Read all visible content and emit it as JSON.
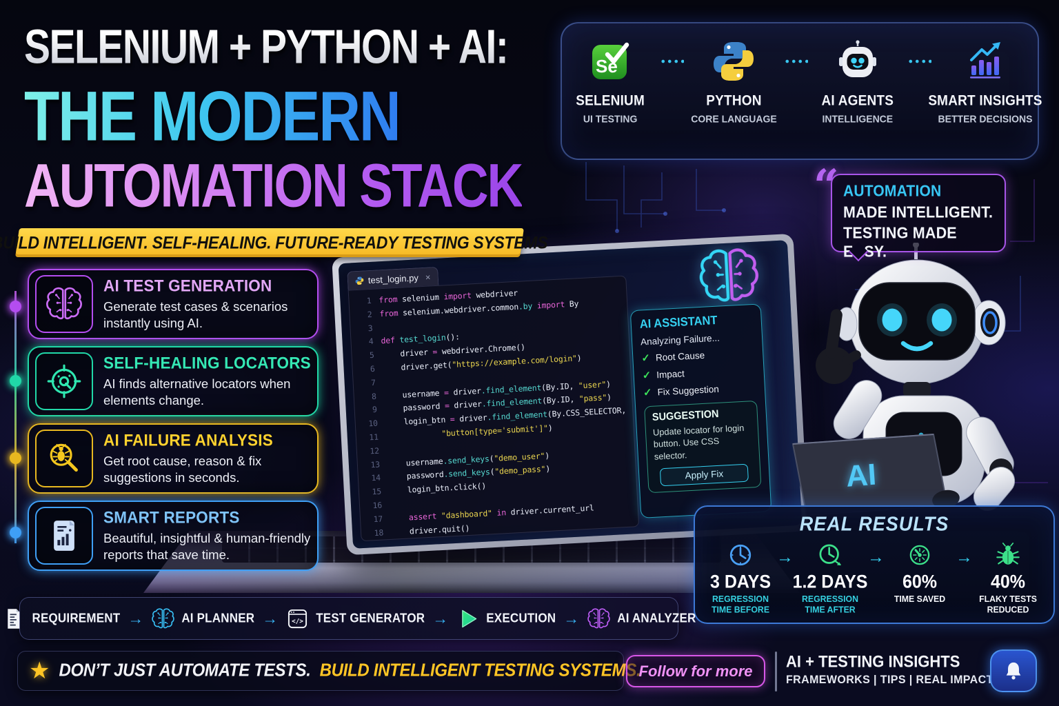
{
  "accents": {
    "cyan": "#38c6f4",
    "blue": "#2f7df0",
    "purple": "#a855e8",
    "pink": "#e05fd0",
    "teal": "#2fe6b0",
    "yellow": "#ffc525",
    "green": "#3ce05a"
  },
  "header": {
    "title_line1": "SELENIUM + PYTHON + AI:",
    "title_line2": "THE MODERN",
    "title_line3": "AUTOMATION STACK",
    "tagline": "BUILD INTELLIGENT. SELF-HEALING. FUTURE-READY TESTING SYSTEMS"
  },
  "stack_panel": {
    "items": [
      {
        "name": "SELENIUM",
        "subtitle": "UI TESTING",
        "icon": "selenium-logo"
      },
      {
        "name": "PYTHON",
        "subtitle": "CORE LANGUAGE",
        "icon": "python-logo"
      },
      {
        "name": "AI AGENTS",
        "subtitle": "INTELLIGENCE",
        "icon": "robot-head"
      },
      {
        "name": "SMART INSIGHTS",
        "subtitle": "BETTER DECISIONS",
        "icon": "chart-trend"
      }
    ]
  },
  "quote_bubble": {
    "line1": "AUTOMATION",
    "line2": "MADE INTELLIGENT.",
    "line3": "TESTING MADE EASY."
  },
  "features": [
    {
      "title": "AI TEST GENERATION",
      "description": "Generate test cases & scenarios instantly using AI.",
      "icon": "brain-icon",
      "color": "#b44df0",
      "title_color": "#e2a7f5",
      "icon_color": "#cb6cf5"
    },
    {
      "title": "SELF-HEALING LOCATORS",
      "description": "AI finds alternative locators when elements change.",
      "icon": "target-icon",
      "color": "#21d8a8",
      "title_color": "#35e8b4",
      "icon_color": "#2fe6b0"
    },
    {
      "title": "AI FAILURE ANALYSIS",
      "description": "Get root cause, reason & fix suggestions in seconds.",
      "icon": "bug-magnifier-icon",
      "color": "#e8b820",
      "title_color": "#ffd22e",
      "icon_color": "#f5c71e"
    },
    {
      "title": "SMART REPORTS",
      "description": "Beautiful, insightful & human-friendly reports that save time.",
      "icon": "report-icon",
      "color": "#3f9ff5",
      "title_color": "#7fc3f7",
      "icon_color": "#cfe0f8"
    }
  ],
  "editor": {
    "tab_name": "test_login.py",
    "close_glyph": "×",
    "lines": [
      {
        "n": "1",
        "parts": [
          [
            "k",
            "from"
          ],
          [
            "p",
            " selenium "
          ],
          [
            "k",
            "import"
          ],
          [
            "p",
            " webdriver"
          ]
        ]
      },
      {
        "n": "2",
        "parts": [
          [
            "k",
            "from"
          ],
          [
            "p",
            " selenium.webdriver.common"
          ],
          [
            "f",
            ".by"
          ],
          [
            "p",
            " "
          ],
          [
            "k",
            "import"
          ],
          [
            "p",
            " By"
          ]
        ]
      },
      {
        "n": "3",
        "parts": []
      },
      {
        "n": "4",
        "parts": [
          [
            "k",
            "def"
          ],
          [
            "f",
            " test_login"
          ],
          [
            "p",
            "():"
          ]
        ]
      },
      {
        "n": "5",
        "parts": [
          [
            "p",
            "    driver "
          ],
          [
            "k",
            "="
          ],
          [
            "p",
            " webdriver.Chrome()"
          ]
        ]
      },
      {
        "n": "6",
        "parts": [
          [
            "p",
            "    driver.get("
          ],
          [
            "s",
            "\"https://example.com/login\""
          ],
          [
            "p",
            ")"
          ]
        ]
      },
      {
        "n": "7",
        "parts": []
      },
      {
        "n": "8",
        "parts": [
          [
            "p",
            "    username "
          ],
          [
            "k",
            "="
          ],
          [
            "p",
            " driver"
          ],
          [
            "f",
            ".find_element"
          ],
          [
            "p",
            "(By.ID, "
          ],
          [
            "s",
            "\"user\""
          ],
          [
            "p",
            ")"
          ]
        ]
      },
      {
        "n": "9",
        "parts": [
          [
            "p",
            "    password "
          ],
          [
            "k",
            "="
          ],
          [
            "p",
            " driver"
          ],
          [
            "f",
            ".find_element"
          ],
          [
            "p",
            "(By.ID, "
          ],
          [
            "s",
            "\"pass\""
          ],
          [
            "p",
            ")"
          ]
        ]
      },
      {
        "n": "10",
        "parts": [
          [
            "p",
            "    login_btn "
          ],
          [
            "k",
            "="
          ],
          [
            "p",
            " driver"
          ],
          [
            "f",
            ".find_element"
          ],
          [
            "p",
            "(By.CSS_SELECTOR,"
          ]
        ]
      },
      {
        "n": "11",
        "parts": [
          [
            "p",
            "            "
          ],
          [
            "s",
            "\"button[type='submit']\""
          ],
          [
            "p",
            ")"
          ]
        ]
      },
      {
        "n": "12",
        "parts": []
      },
      {
        "n": "13",
        "parts": [
          [
            "p",
            "    username"
          ],
          [
            "f",
            ".send_keys"
          ],
          [
            "p",
            "("
          ],
          [
            "s",
            "\"demo_user\""
          ],
          [
            "p",
            ")"
          ]
        ]
      },
      {
        "n": "14",
        "parts": [
          [
            "p",
            "    password"
          ],
          [
            "f",
            ".send_keys"
          ],
          [
            "p",
            "("
          ],
          [
            "s",
            "\"demo_pass\""
          ],
          [
            "p",
            ")"
          ]
        ]
      },
      {
        "n": "15",
        "parts": [
          [
            "p",
            "    login_btn.click()"
          ]
        ]
      },
      {
        "n": "16",
        "parts": []
      },
      {
        "n": "17",
        "parts": [
          [
            "p",
            "    "
          ],
          [
            "k",
            "assert"
          ],
          [
            "p",
            " "
          ],
          [
            "s",
            "\"dashboard\""
          ],
          [
            "p",
            " "
          ],
          [
            "k",
            "in"
          ],
          [
            "p",
            " driver.current_url"
          ]
        ]
      },
      {
        "n": "18",
        "parts": [
          [
            "p",
            "    driver.quit()"
          ]
        ]
      }
    ]
  },
  "ai_assistant": {
    "title": "AI ASSISTANT",
    "status": "Analyzing Failure...",
    "checks": [
      "Root Cause",
      "Impact",
      "Fix Suggestion"
    ],
    "suggestion_title": "SUGGESTION",
    "suggestion_text": "Update locator for login button. Use CSS selector.",
    "apply_button": "Apply Fix"
  },
  "results": {
    "title": "REAL RESULTS",
    "stats": [
      {
        "value": "3 DAYS",
        "label": "REGRESSION TIME BEFORE",
        "icon": "clock-icon",
        "icon_color": "#4aa0f5",
        "label_color": "#35d0e0"
      },
      {
        "value": "1.2 DAYS",
        "label": "REGRESSION TIME AFTER",
        "icon": "clock-arrow-icon",
        "icon_color": "#3ce08a",
        "label_color": "#35d0e0"
      },
      {
        "value": "60%",
        "label": "TIME SAVED",
        "icon": "gauge-icon",
        "icon_color": "#3ce08a",
        "label_color": "#f6f8fc"
      },
      {
        "value": "40%",
        "label": "FLAKY TESTS REDUCED",
        "icon": "bug-icon",
        "icon_color": "#3ce08a",
        "label_color": "#f6f8fc"
      }
    ]
  },
  "workflow": {
    "steps": [
      {
        "label": "REQUIREMENT",
        "icon": "document-icon",
        "icon_color": "#f2f4f8"
      },
      {
        "label": "AI PLANNER",
        "icon": "brain-icon",
        "icon_color": "#38c0f5"
      },
      {
        "label": "TEST GENERATOR",
        "icon": "code-icon",
        "icon_color": "#f2f4f8"
      },
      {
        "label": "EXECUTION",
        "icon": "play-icon",
        "icon_color": "#2fe070"
      },
      {
        "label": "AI ANALYZER",
        "icon": "brain-icon",
        "icon_color": "#bd5df5"
      }
    ]
  },
  "footer": {
    "cta_white": "DON’T JUST AUTOMATE TESTS.",
    "cta_yellow": "BUILD INTELLIGENT TESTING SYSTEMS.",
    "follow_button": "Follow for more",
    "insights_title": "AI + TESTING INSIGHTS",
    "insights_subtitle": "FRAMEWORKS | TIPS | REAL IMPACT"
  },
  "robot": {
    "laptop_label": "AI"
  }
}
